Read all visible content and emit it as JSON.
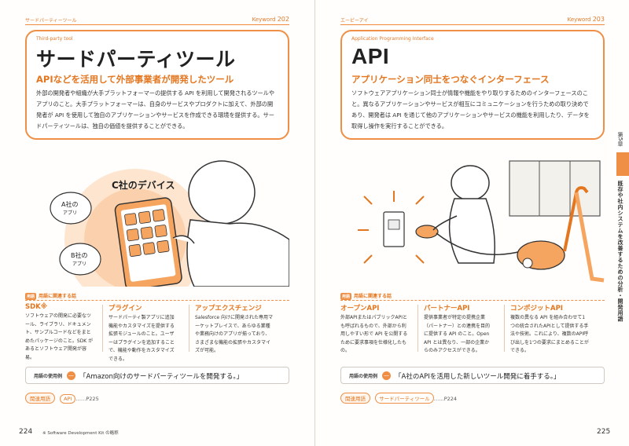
{
  "left": {
    "ruby": "サードパーティーツール",
    "keyword_label": "Keyword",
    "keyword_no": "202",
    "en_title": "Third-party tool",
    "title": "サードパーティツール",
    "subtitle": "APIなどを活用して外部事業者が開発したツール",
    "description": "外部の開発者や組織が大手プラットフォーマーの提供する API を利用して開発されるツールやアプリのこと。大手プラットフォーマーは、自身のサービスやプロダクトに加えて、外部の開発者が API を使用して独自のアプリケーションやサービスを作成できる環境を提供する。サードパーティツールは、独自の価値を提供することができる。",
    "illus_caption": "C社のデバイス",
    "illus_a": "A社の\nアプリ",
    "illus_b": "B社の\nアプリ",
    "terms_badge": "用語",
    "terms_header": "用語に関連する話",
    "terms": [
      {
        "title": "SDK※",
        "desc": "ソフトウェアの開発に必要なツール、ライブラリ、ドキュメント、サンプルコードなどをまとめたパッケージのこと。SDK があるとソフトウェア開発が容易。"
      },
      {
        "title": "プラグイン",
        "desc": "サードパーティ製アプリに追加機能やカスタマイズを提供する拡張モジュールのこと。ユーザーはプラグインを追加することで、機能や動作をカスタマイズできる。"
      },
      {
        "title": "アップエクスチェンジ",
        "desc": "Salesforce 向けに開発された専用マーケットプレイスで、あらゆる業種や業務向けのアプリが揃っており、さまざまな機能の拡張やカスタマイズが可能。"
      }
    ],
    "usage_label": "用語の使用例",
    "usage_text": "「Amazon向けのサードパーティツールを開発する。」",
    "related_label": "関連用語",
    "related_term": "API",
    "related_page": "……P225",
    "page_number": "224",
    "footnote": "※ Software Development Kit の略称"
  },
  "right": {
    "ruby": "エーピーアイ",
    "keyword_label": "Keyword",
    "keyword_no": "203",
    "en_title": "Application Programming Interface",
    "title": "API",
    "subtitle": "アプリケーション同士をつなぐインターフェース",
    "description": "ソフトウェアアプリケーション同士が情報や機能をやり取りするためのインターフェースのこと。異なるアプリケーションやサービスが相互にコミュニケーションを行うための取り決めであり、開発者は API を通じて他のアプリケーションやサービスの機能を利用したり、データを取得し操作を実行することができる。",
    "terms_badge": "用語",
    "terms_header": "用語に関連する話",
    "terms": [
      {
        "title": "オープンAPI",
        "desc": "外部APIまたはパブリックAPIとも呼ばれるもので、外部から利用しやすい形で API を公開するために要求事項を仕様化したもの。"
      },
      {
        "title": "パートナーAPI",
        "desc": "提供事業者が特定の提携企業（パートナー）との連携を目的に提供する API のこと。Open API とは異なり、一部の企業からのみアクセスができる。"
      },
      {
        "title": "コンポジットAPI",
        "desc": "複数の異なる API を組み合わせて1つの統合されたAPIとして提供する手法や技術。これにより、複数のAPI呼び出しを1つの要求にまとめることができる。"
      }
    ],
    "usage_label": "用語の使用例",
    "usage_text": "「A社のAPIを活用した新しいツール開発に着手する。」",
    "related_label": "関連用語",
    "related_term": "サードパーティツール",
    "related_page": "……P224",
    "page_number": "225"
  },
  "side": {
    "chapter": "第5章",
    "text": "既存や社内システムを改善するための分析・開発用語"
  }
}
